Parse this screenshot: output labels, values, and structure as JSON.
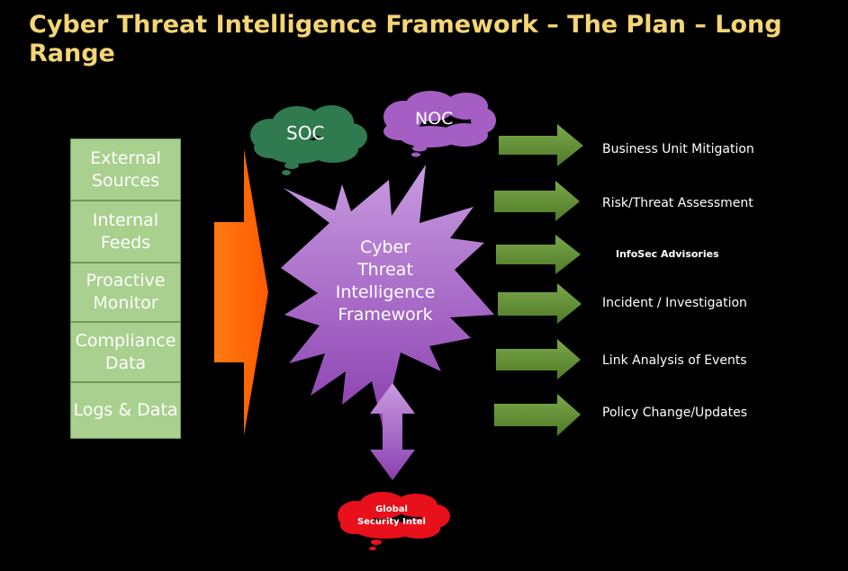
{
  "title": "Cyber Threat Intelligence Framework – The Plan – Long Range",
  "sources": [
    {
      "line1": "External",
      "line2": "Sources"
    },
    {
      "line1": "Internal",
      "line2": "Feeds"
    },
    {
      "line1": "Proactive",
      "line2": "Monitor"
    },
    {
      "line1": "Compliance",
      "line2": "Data"
    },
    {
      "line1": "Logs & Data",
      "line2": ""
    }
  ],
  "clouds": {
    "soc": "SOC",
    "noc": "NOC",
    "global_line1": "Global",
    "global_line2": "Security Intel"
  },
  "center": {
    "line1": "Cyber",
    "line2": "Threat",
    "line3": "Intelligence",
    "line4": "Framework"
  },
  "outputs": [
    "Business Unit Mitigation",
    "Risk/Threat Assessment",
    "InfoSec Advisories",
    "Incident / Investigation",
    "Link Analysis of Events",
    "Policy Change/Updates"
  ],
  "colors": {
    "title": "#f5d574",
    "source_box": "#a9d08e",
    "big_arrow": "#ff6600",
    "star": "#a55fc4",
    "output_arrow": "#5e8a33",
    "soc_cloud": "#2f7a4e",
    "noc_cloud": "#a55fc4",
    "global_cloud": "#e8101a"
  }
}
